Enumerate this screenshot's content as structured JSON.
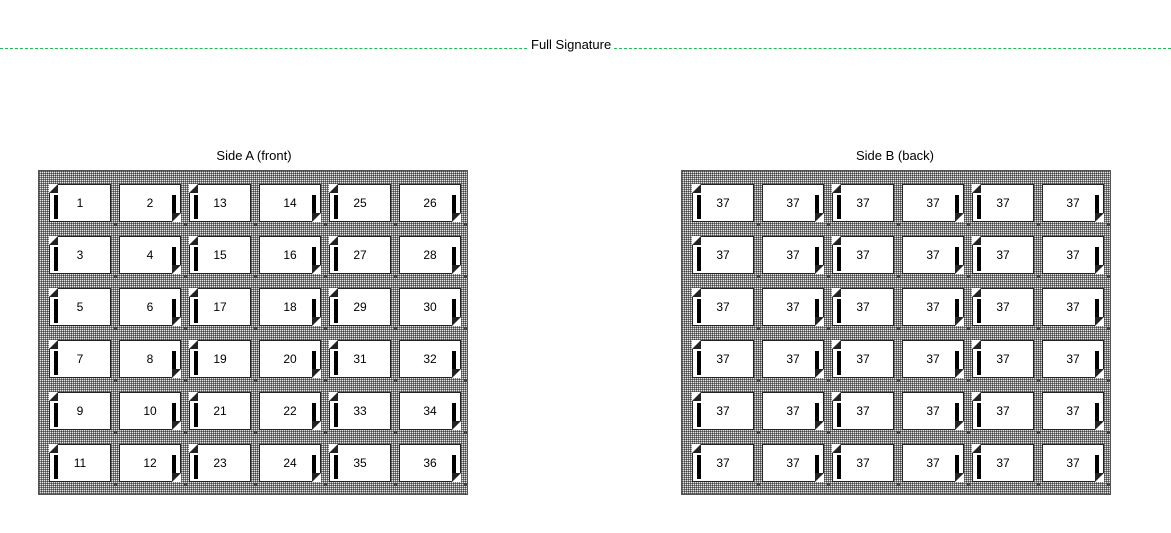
{
  "signature": {
    "title": "Full Signature"
  },
  "sides": [
    {
      "title": "Side A (front)",
      "pages": [
        [
          "1",
          "2",
          "13",
          "14",
          "25",
          "26"
        ],
        [
          "3",
          "4",
          "15",
          "16",
          "27",
          "28"
        ],
        [
          "5",
          "6",
          "17",
          "18",
          "29",
          "30"
        ],
        [
          "7",
          "8",
          "19",
          "20",
          "31",
          "32"
        ],
        [
          "9",
          "10",
          "21",
          "22",
          "33",
          "34"
        ],
        [
          "11",
          "12",
          "23",
          "24",
          "35",
          "36"
        ]
      ]
    },
    {
      "title": "Side B (back)",
      "pages": [
        [
          "37",
          "37",
          "37",
          "37",
          "37",
          "37"
        ],
        [
          "37",
          "37",
          "37",
          "37",
          "37",
          "37"
        ],
        [
          "37",
          "37",
          "37",
          "37",
          "37",
          "37"
        ],
        [
          "37",
          "37",
          "37",
          "37",
          "37",
          "37"
        ],
        [
          "37",
          "37",
          "37",
          "37",
          "37",
          "37"
        ],
        [
          "37",
          "37",
          "37",
          "37",
          "37",
          "37"
        ]
      ]
    }
  ]
}
